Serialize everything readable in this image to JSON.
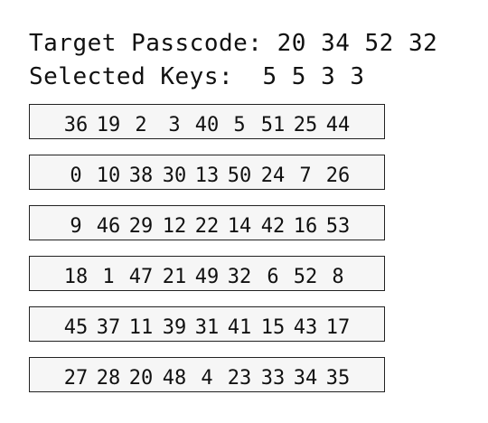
{
  "header": {
    "target_label": "Target Passcode:",
    "target_values": "20 34 52 32",
    "selected_label": "Selected Keys:",
    "selected_values": "5 5 3 3"
  },
  "panels": [
    {
      "keys": [
        "36",
        "19",
        "2",
        "3",
        "40",
        "5",
        "51",
        "25",
        "44"
      ]
    },
    {
      "keys": [
        "0",
        "10",
        "38",
        "30",
        "13",
        "50",
        "24",
        "7",
        "26"
      ]
    },
    {
      "keys": [
        "9",
        "46",
        "29",
        "12",
        "22",
        "14",
        "42",
        "16",
        "53"
      ]
    },
    {
      "keys": [
        "18",
        "1",
        "47",
        "21",
        "49",
        "32",
        "6",
        "52",
        "8"
      ]
    },
    {
      "keys": [
        "45",
        "37",
        "11",
        "39",
        "31",
        "41",
        "15",
        "43",
        "17"
      ]
    },
    {
      "keys": [
        "27",
        "28",
        "20",
        "48",
        "4",
        "23",
        "33",
        "34",
        "35"
      ]
    }
  ]
}
